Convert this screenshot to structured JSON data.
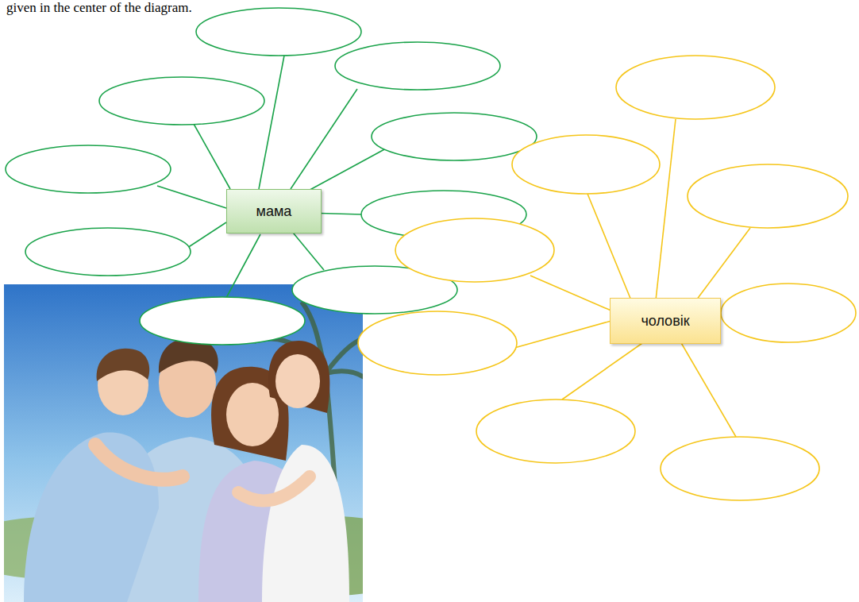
{
  "diagram": {
    "nodes": [
      {
        "text": [
          "мама"
        ]
      },
      {
        "text": [
          "чоловік"
        ]
      }
    ],
    "labels": [
      "given in the center of the diagram."
    ]
  }
}
